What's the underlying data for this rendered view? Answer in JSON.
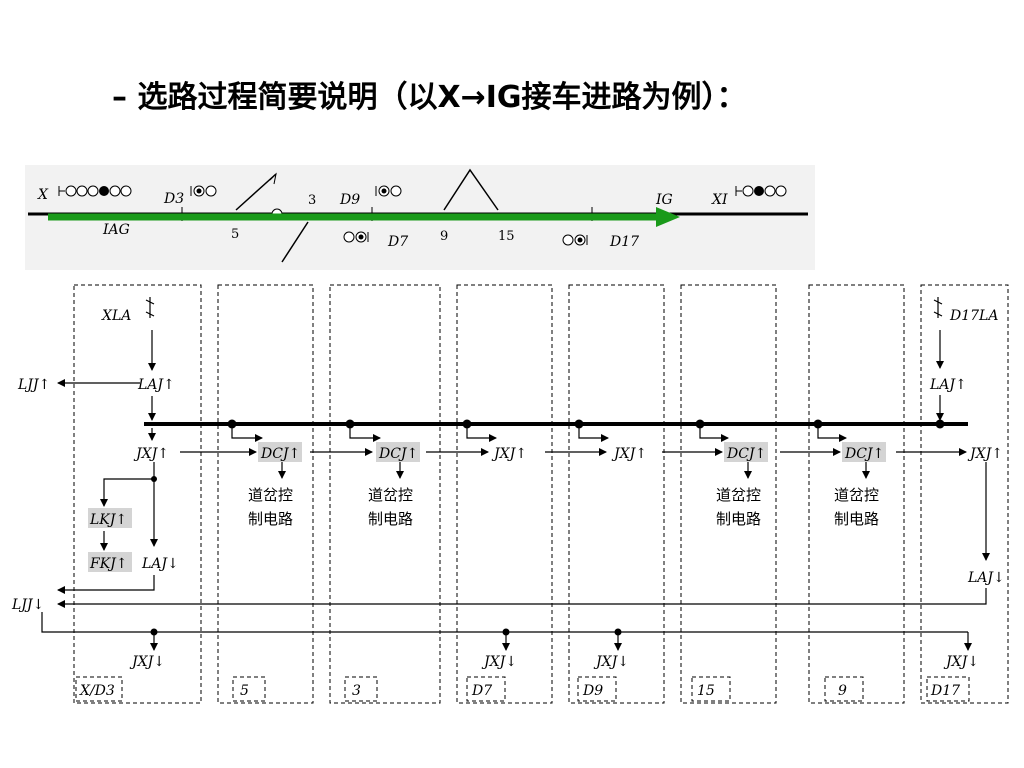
{
  "title": "– 选路过程简要说明（以X→IG接车进路为例）：",
  "track": {
    "labels": [
      "X",
      "D3",
      "3",
      "D9",
      "IG",
      "XI",
      "IAG",
      "5",
      "D7",
      "9",
      "15",
      "D17"
    ],
    "route_color": "#1a9a1a"
  },
  "columns": [
    {
      "label": "X/D3",
      "relays": [
        "LAJ↑",
        "JXJ↑",
        "JXJ↓"
      ]
    },
    {
      "label": "5",
      "relays": [
        "DCJ↑"
      ],
      "note": "道岔控制电路"
    },
    {
      "label": "3",
      "relays": [
        "DCJ↑"
      ],
      "note": "道岔控制电路"
    },
    {
      "label": "D7",
      "relays": [
        "JXJ↑",
        "JXJ↓"
      ]
    },
    {
      "label": "D9",
      "relays": [
        "JXJ↑",
        "JXJ↓"
      ]
    },
    {
      "label": "15",
      "relays": [
        "DCJ↑"
      ],
      "note": "道岔控制电路"
    },
    {
      "label": "9",
      "relays": [
        "DCJ↑"
      ],
      "note": "道岔控制电路"
    },
    {
      "label": "D17",
      "relays": [
        "LAJ↑",
        "JXJ↑",
        "LAJ↓",
        "JXJ↓"
      ]
    }
  ],
  "text": {
    "xla": "XLA",
    "d17la": "D17LA",
    "ljj_up": "LJJ↑",
    "ljj_down": "LJJ↓",
    "lkj": "LKJ↑",
    "fkj": "FKJ↑",
    "laj_down": "LAJ↓",
    "laj_up": "LAJ↑",
    "jxj_up": "JXJ↑",
    "jxj_down": "JXJ↓",
    "dcj_up": "DCJ↑",
    "note1": "道岔控",
    "note2": "制电路"
  }
}
